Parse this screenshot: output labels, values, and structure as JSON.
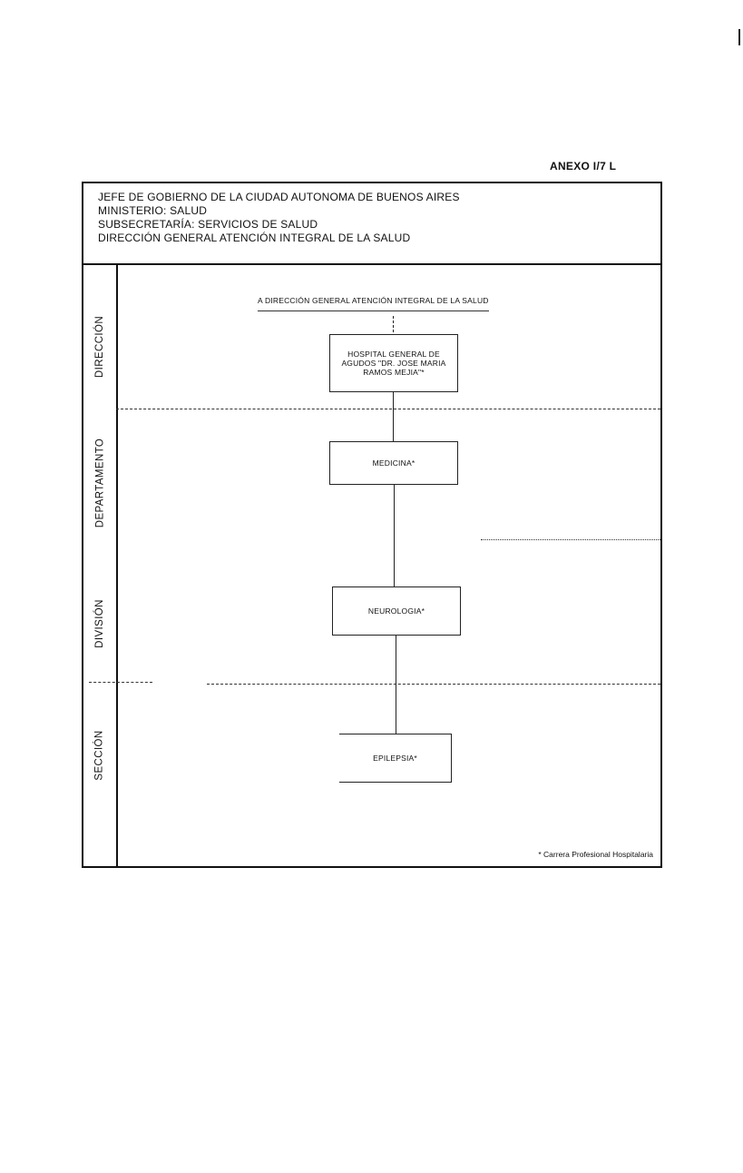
{
  "annex_label": "ANEXO I/7 L",
  "header": {
    "line1": "JEFE DE GOBIERNO DE LA CIUDAD AUTONOMA DE BUENOS AIRES",
    "line2": "MINISTERIO: SALUD",
    "line3": "SUBSECRETARÍA: SERVICIOS DE SALUD",
    "line4": "DIRECCIÓN GENERAL ATENCIÓN INTEGRAL DE LA SALUD"
  },
  "levels": {
    "direccion": "DIRECCIÓN",
    "departamento": "DEPARTAMENTO",
    "division": "DIVISIÓN",
    "seccion": "SECCIÓN"
  },
  "chart_title": "A DIRECCIÓN GENERAL ATENCIÓN INTEGRAL DE LA SALUD",
  "nodes": {
    "hospital": "HOSPITAL GENERAL DE AGUDOS \"DR. JOSE MARIA RAMOS MEJIA\"*",
    "medicina": "MEDICINA*",
    "neurologia": "NEUROLOGIA*",
    "epilepsia": "EPILEPSIA*"
  },
  "footnote": "* Carrera Profesional Hospitalaria"
}
